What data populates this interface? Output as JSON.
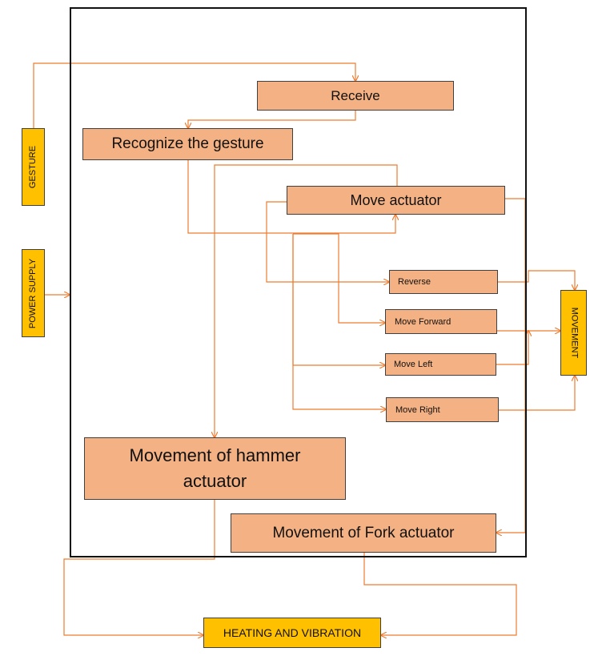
{
  "diagram": {
    "inputs": {
      "gesture": "GESTURE",
      "power_supply": "POWER SUPPLY"
    },
    "steps": {
      "receive": "Receive",
      "recognize": "Recognize the gesture",
      "move_actuator": "Move actuator",
      "reverse": "Reverse",
      "move_forward": "Move Forward",
      "move_left": "Move Left",
      "move_right": "Move Right",
      "hammer_line1": "Movement of hammer",
      "hammer_line2": "actuator",
      "fork": "Movement of Fork actuator"
    },
    "outputs": {
      "movement": "MOVEMENT",
      "heating": "HEATING AND VIBRATION"
    },
    "colors": {
      "process_fill": "#f4b183",
      "io_fill": "#ffc000",
      "connector": "#ed7d31",
      "frame": "#111111"
    }
  }
}
